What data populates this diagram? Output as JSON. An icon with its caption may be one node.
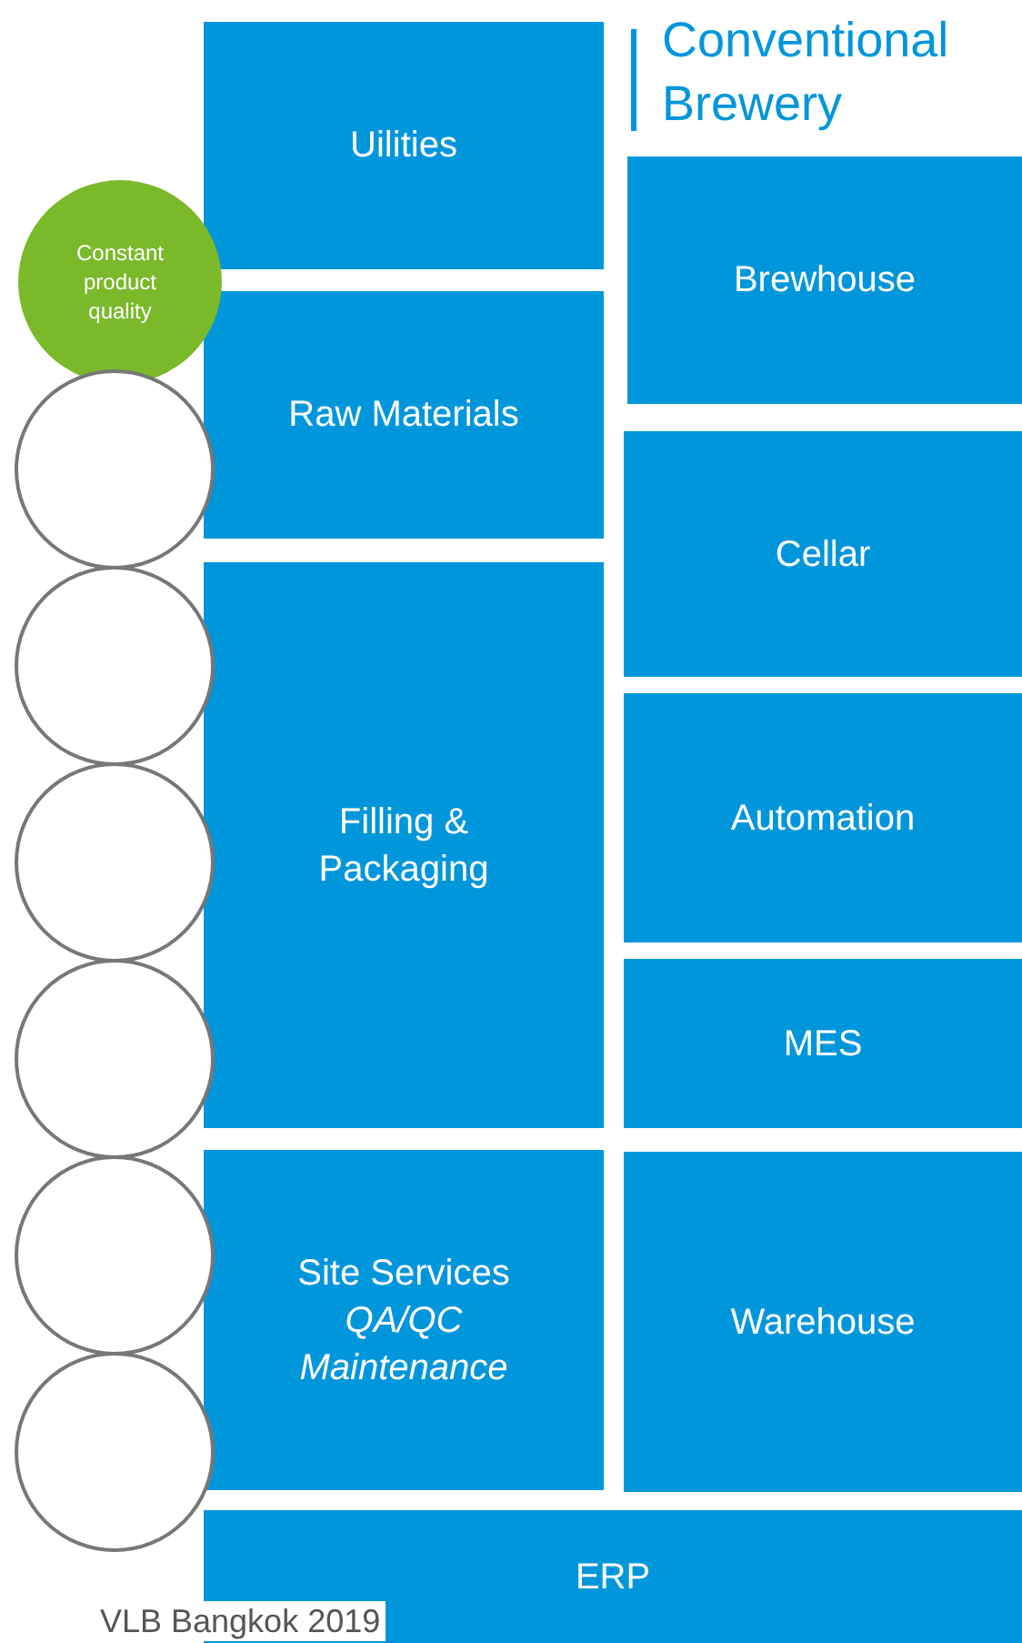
{
  "diagram": {
    "title": "Conventional Brewery",
    "nodes": [
      {
        "text": [
          "Uilities"
        ]
      },
      {
        "text": [
          "Brewhouse"
        ]
      },
      {
        "text": [
          "Constant product quality"
        ]
      },
      {
        "text": [
          "Raw Materials"
        ]
      },
      {
        "text": [
          "Cellar"
        ]
      },
      {
        "text": [
          "Filling & Packaging"
        ]
      },
      {
        "text": [
          "Automation"
        ]
      },
      {
        "text": [
          "MES"
        ]
      },
      {
        "text": [
          "Site Services",
          "QA/QC",
          "Maintenance"
        ]
      },
      {
        "text": [
          "Warehouse"
        ]
      },
      {
        "text": [
          "ERP"
        ]
      },
      {
        "text": [],
        "shape": "circle"
      },
      {
        "text": [],
        "shape": "circle"
      },
      {
        "text": [],
        "shape": "circle"
      },
      {
        "text": [],
        "shape": "circle"
      },
      {
        "text": [],
        "shape": "circle"
      },
      {
        "text": [],
        "shape": "circle"
      }
    ],
    "labels": [
      "VLB Bangkok 2019"
    ]
  }
}
